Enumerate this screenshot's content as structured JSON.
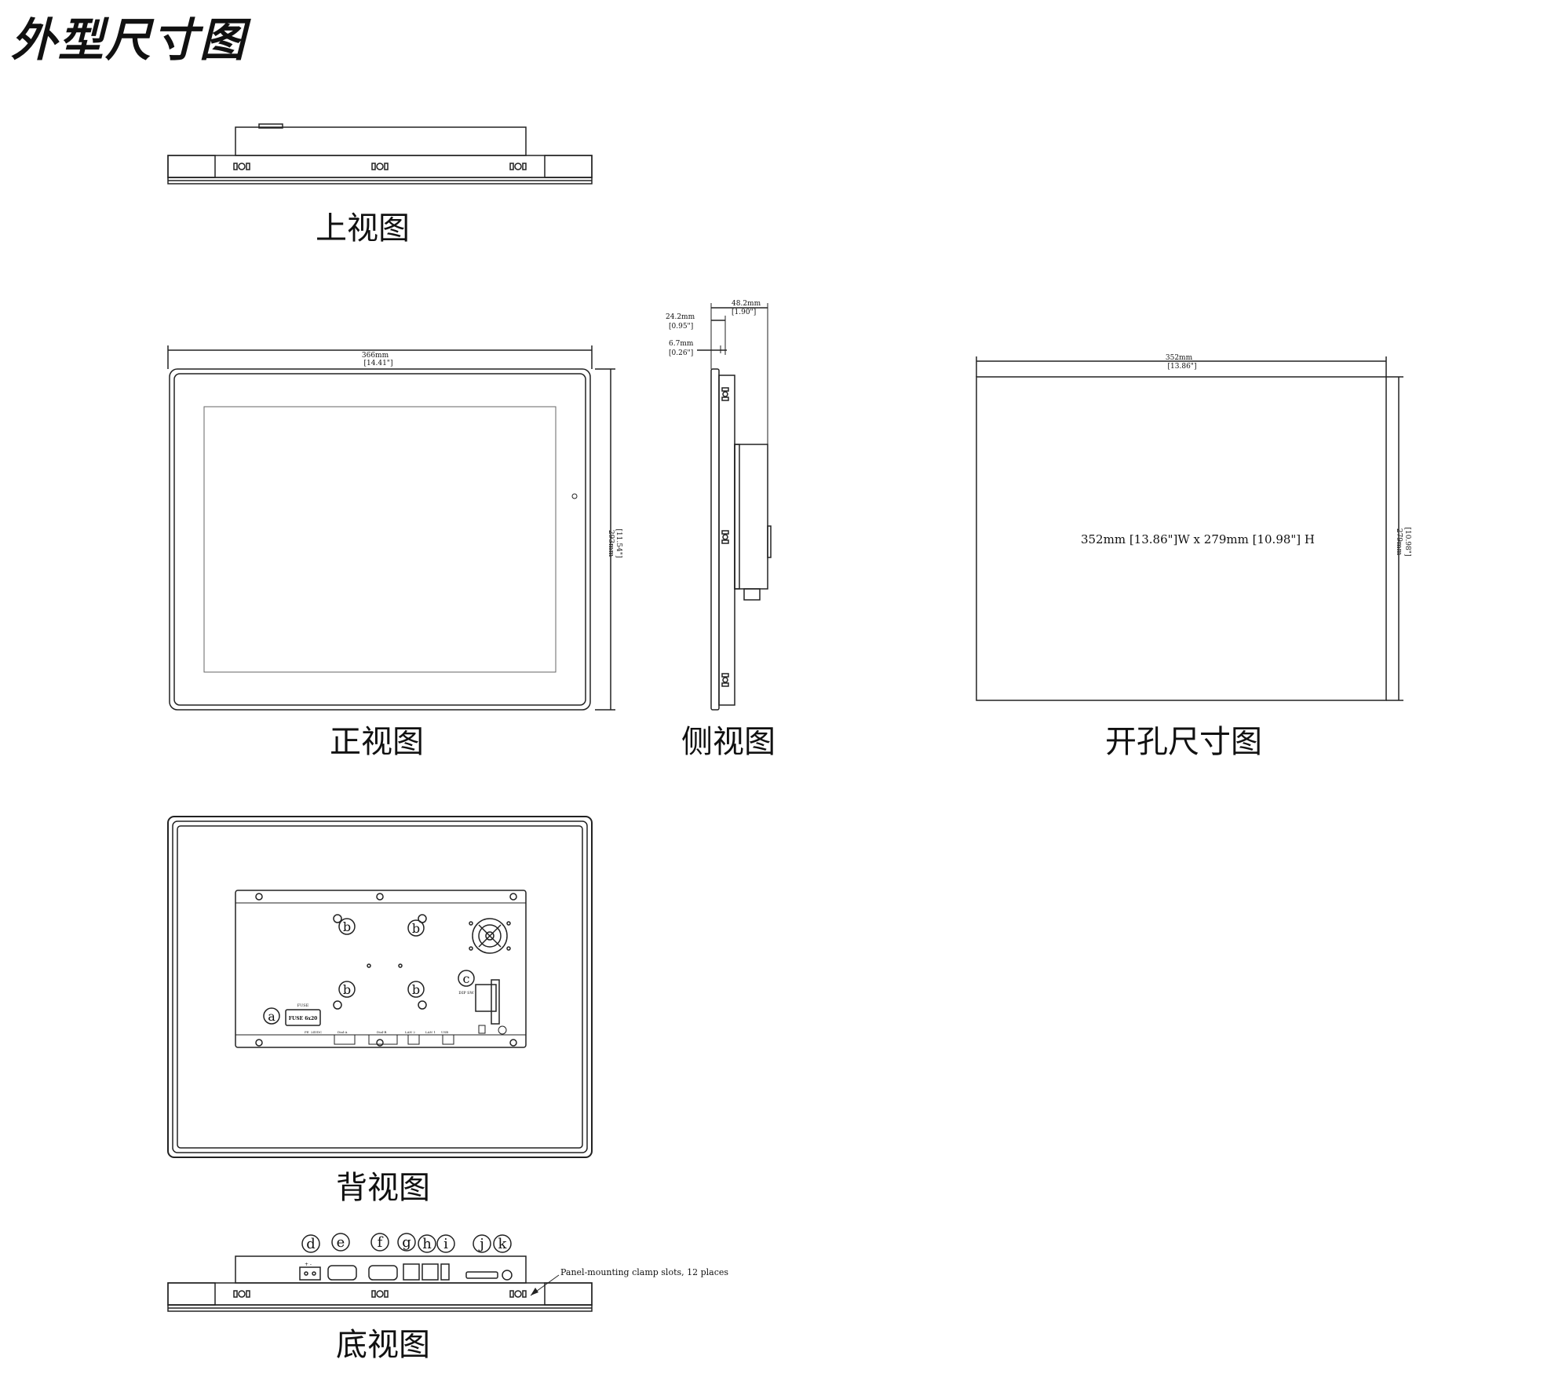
{
  "page_title": "外型尺寸图",
  "captions": {
    "top_view": "上视图",
    "front_view": "正视图",
    "side_view": "侧视图",
    "cutout_view": "开孔尺寸图",
    "back_view": "背视图",
    "bottom_view": "底视图"
  },
  "front_dims": {
    "width_mm": "366mm",
    "width_in": "[14.41\"]",
    "height_mm": "293mm",
    "height_in": "[11.54\"]"
  },
  "side_dims": {
    "depth_total_mm": "48.2mm",
    "depth_total_in": "[1.90\"]",
    "depth_mid_mm": "24.2mm",
    "depth_mid_in": "[0.95\"]",
    "bezel_mm": "6.7mm",
    "bezel_in": "[0.26\"]"
  },
  "cutout_dims": {
    "width_mm": "352mm",
    "width_in": "[13.86\"]",
    "height_mm": "279mm",
    "height_in": "[10.98\"]",
    "center_label": "352mm [13.86\"]W x 279mm [10.98\"] H"
  },
  "back_labels": {
    "a": "a",
    "b": "b",
    "c": "c",
    "fuse_header": "FUSE",
    "fuse_text": "FUSE 6x20",
    "dip_switch": "DIP SW",
    "port_row": [
      "PE",
      "24VDC",
      "Dial-A",
      "Dial-B",
      "LAN 2",
      "LAN 1",
      "USB"
    ]
  },
  "bottom_labels": {
    "letters": [
      "d",
      "e",
      "f",
      "g",
      "h",
      "i",
      "j",
      "k"
    ],
    "clamp_note": "Panel-mounting clamp slots, 12 places",
    "terminal_marks": "+ -"
  }
}
